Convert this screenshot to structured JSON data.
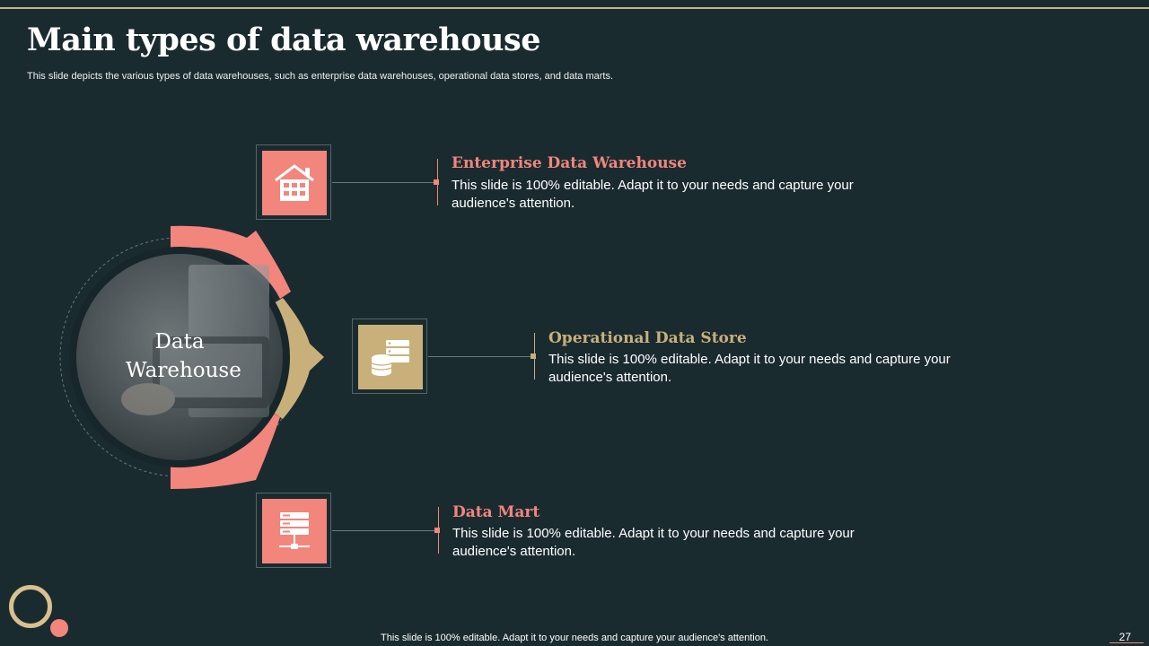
{
  "title": "Main types of data warehouse",
  "subtitle": "This slide depicts the various types of data warehouses, such as enterprise data warehouses, operational data stores, and data marts.",
  "hub": {
    "label_line1": "Data",
    "label_line2": "Warehouse"
  },
  "items": [
    {
      "title": "Enterprise Data Warehouse",
      "description": "This slide is 100% editable. Adapt it to your needs and capture your audience's attention.",
      "icon": "house-icon",
      "color": "#f2857c"
    },
    {
      "title": "Operational Data Store",
      "description": "This slide is 100% editable. Adapt it to your needs and capture your audience's attention.",
      "icon": "database-server-icon",
      "color": "#c9b07a"
    },
    {
      "title": "Data Mart",
      "description": "This slide is 100% editable. Adapt it to your needs and capture your audience's attention.",
      "icon": "network-server-icon",
      "color": "#f2857c"
    }
  ],
  "footer": "This slide is 100% editable. Adapt it to your needs and capture your audience's attention.",
  "page_number": "27",
  "colors": {
    "background": "#1a2b30",
    "coral": "#f2857c",
    "gold": "#c9b07a"
  }
}
